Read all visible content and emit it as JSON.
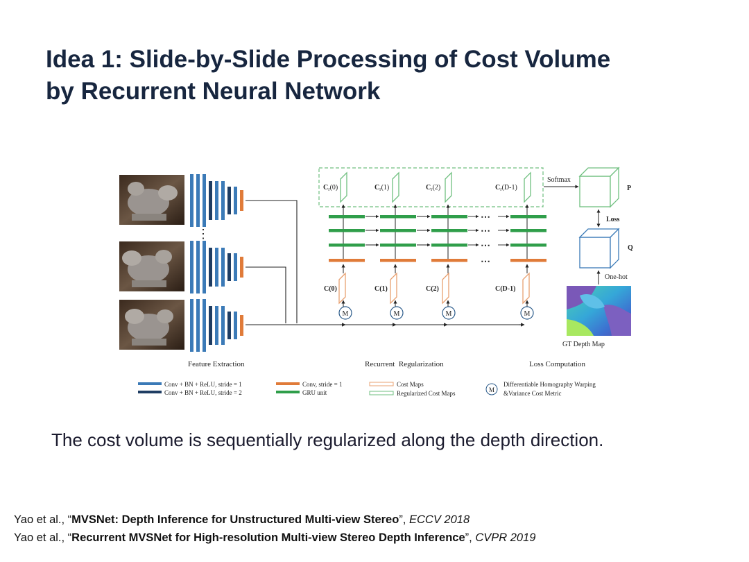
{
  "slide": {
    "title_line1": "Idea 1: Slide-by-Slide Processing of Cost Volume",
    "title_line2": "by Recurrent Neural Network",
    "caption": "The cost volume is sequentially regularized along the depth direction.",
    "references": [
      {
        "prefix": "Yao et al., “",
        "title": "MVSNet: Depth Inference for Unstructured Multi-view Stereo",
        "mid": "”, ",
        "venue": "ECCV 2018"
      },
      {
        "prefix": "Yao et al., “",
        "title": "Recurrent MVSNet for High-resolution Multi-view Stereo Depth Inference",
        "mid": "”, ",
        "venue": "CVPR 2019"
      }
    ]
  },
  "diagram": {
    "regularized_labels": [
      "C",
      "C",
      "C",
      "C"
    ],
    "regularized_subscripts": [
      "r",
      "r",
      "r",
      "r"
    ],
    "regularized_indices": [
      "(0)",
      "(1)",
      "(2)",
      "(D-1)"
    ],
    "cost_labels": [
      "C(0)",
      "C(1)",
      "C(2)",
      "C(D-1)"
    ],
    "warp_symbol": "M",
    "ellipsis": "⋯",
    "vertical_ellipsis": "⋮",
    "softmax": "Softmax",
    "p_label": "P",
    "loss_label": "Loss",
    "q_label": "Q",
    "onehot_label": "One-hot",
    "gt_label": "GT Depth Map",
    "section_labels": [
      "Feature Extraction",
      "Recurrent  Regularization",
      "Loss Computation"
    ],
    "legend": {
      "conv_bn_relu_s1": "Conv + BN + ReLU, stride = 1",
      "conv_bn_relu_s2": "Conv + BN + ReLU, stride = 2",
      "conv_s1": "Conv, stride = 1",
      "gru_unit": "GRU unit",
      "cost_maps": "Cost Maps",
      "regularized_cost_maps": "Regularized Cost Maps",
      "homography": "Differentiable Homography Warping",
      "variance_metric": "&Variance Cost Metric"
    },
    "colors": {
      "conv_blue": "#3b7ab7",
      "conv_dark": "#1f3d63",
      "conv_orange": "#e07b39",
      "gru_green": "#2f9e4a",
      "cost_map_orange": "#e8a070",
      "reg_map_green": "#6fbf7f",
      "title_navy": "#17263f"
    }
  }
}
